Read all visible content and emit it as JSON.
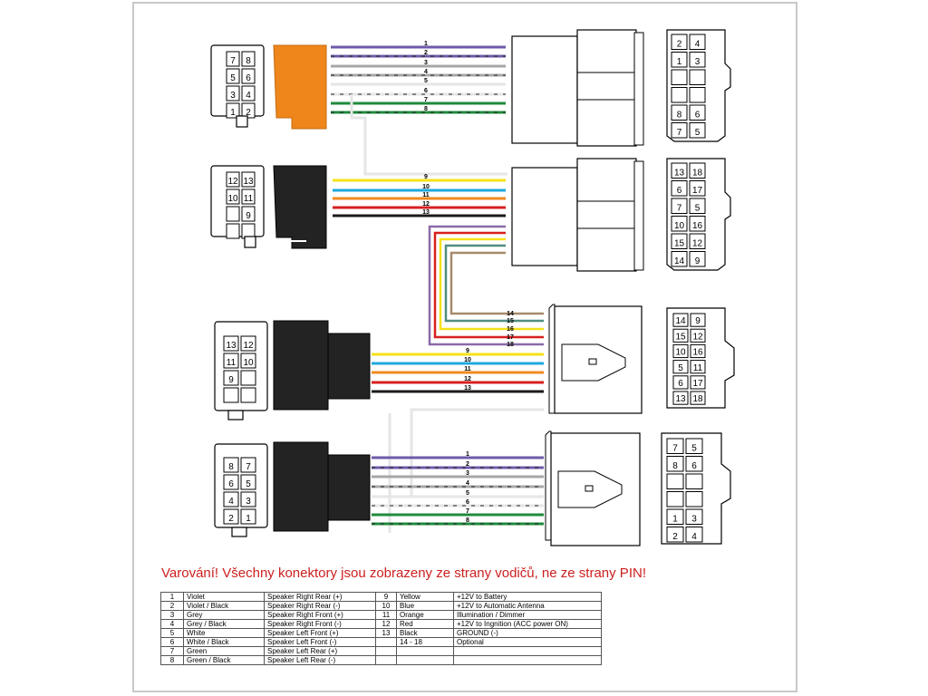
{
  "diagram": {
    "top_numbers": [
      "1",
      "2",
      "3",
      "4",
      "5",
      "6",
      "7",
      "8"
    ],
    "mid_numbers": [
      "9",
      "10",
      "11",
      "12",
      "13"
    ],
    "lower_optional_numbers": [
      "14",
      "15",
      "16",
      "17",
      "18"
    ],
    "lower_numbers": [
      "9",
      "10",
      "11",
      "12",
      "13"
    ],
    "bottom_numbers": [
      "1",
      "2",
      "3",
      "4",
      "5",
      "6",
      "7",
      "8"
    ],
    "pins_a": [
      [
        "7",
        "8"
      ],
      [
        "5",
        "6"
      ],
      [
        "3",
        "4"
      ],
      [
        "1",
        "2"
      ]
    ],
    "pins_b": [
      [
        "12",
        "13"
      ],
      [
        "10",
        "11"
      ],
      [
        "",
        "9"
      ],
      [
        "",
        ""
      ]
    ],
    "pins_c": [
      [
        "13",
        "12"
      ],
      [
        "11",
        "10"
      ],
      [
        "9",
        ""
      ],
      [
        "",
        ""
      ]
    ],
    "pins_d": [
      [
        "8",
        "7"
      ],
      [
        "6",
        "5"
      ],
      [
        "4",
        "3"
      ],
      [
        "2",
        "1"
      ]
    ],
    "pins_e": [
      [
        "2",
        "4"
      ],
      [
        "1",
        "3"
      ],
      [
        "",
        ""
      ],
      [
        "",
        ""
      ],
      [
        "8",
        "6"
      ],
      [
        "7",
        "5"
      ]
    ],
    "pins_f": [
      [
        "13",
        "18"
      ],
      [
        "6",
        "17"
      ],
      [
        "7",
        "5"
      ],
      [
        "10",
        "16"
      ],
      [
        "15",
        "12"
      ],
      [
        "14",
        "9"
      ]
    ],
    "pins_g": [
      [
        "14",
        "9"
      ],
      [
        "15",
        "12"
      ],
      [
        "10",
        "16"
      ],
      [
        "5",
        "11"
      ],
      [
        "6",
        "17"
      ],
      [
        "13",
        "18"
      ]
    ],
    "pins_h": [
      [
        "7",
        "5"
      ],
      [
        "8",
        "6"
      ],
      [
        "",
        ""
      ],
      [
        "",
        ""
      ],
      [
        "1",
        "3"
      ],
      [
        "2",
        "4"
      ]
    ],
    "colors": {
      "violet": "#6e5aa8",
      "grey": "#a7a7a7",
      "white": "#e6e6e6",
      "green": "#1f8a3c",
      "yellow": "#f5e11a",
      "blue": "#1fa8de",
      "orange": "#f08a1e",
      "red": "#d8201f",
      "black": "#1a1a1a",
      "brown": "#a88a6a",
      "teal": "#4f8e80",
      "purple": "#8a6aa8",
      "connector_orange": "#ee861c",
      "connector_black": "#232323"
    }
  },
  "warning": "Varování! Všechny konektory jsou zobrazeny ze strany vodičů, ne ze strany PIN!",
  "legend": [
    [
      "1",
      "Violet",
      "Speaker Right Rear (+)",
      "9",
      "Yellow",
      "+12V to Battery"
    ],
    [
      "2",
      "Violet / Black",
      "Speaker Right Rear (-)",
      "10",
      "Blue",
      "+12V to Automatic Antenna"
    ],
    [
      "3",
      "Grey",
      "Speaker Right Front (+)",
      "11",
      "Orange",
      "Illumination / Dimmer"
    ],
    [
      "4",
      "Grey / Black",
      "Speaker Right Front (-)",
      "12",
      "Red",
      "+12V to Ingnition (ACC power ON)"
    ],
    [
      "5",
      "White",
      "Speaker Left Front (+)",
      "13",
      "Black",
      "GROUND (-)"
    ],
    [
      "6",
      "White / Black",
      "Speaker Left Front (-)",
      "",
      "14 - 18",
      "Optional"
    ],
    [
      "7",
      "Green",
      "Speaker Left Rear (+)",
      "",
      "",
      ""
    ],
    [
      "8",
      "Green / Black",
      "Speaker Left Rear (-)",
      "",
      "",
      ""
    ]
  ]
}
